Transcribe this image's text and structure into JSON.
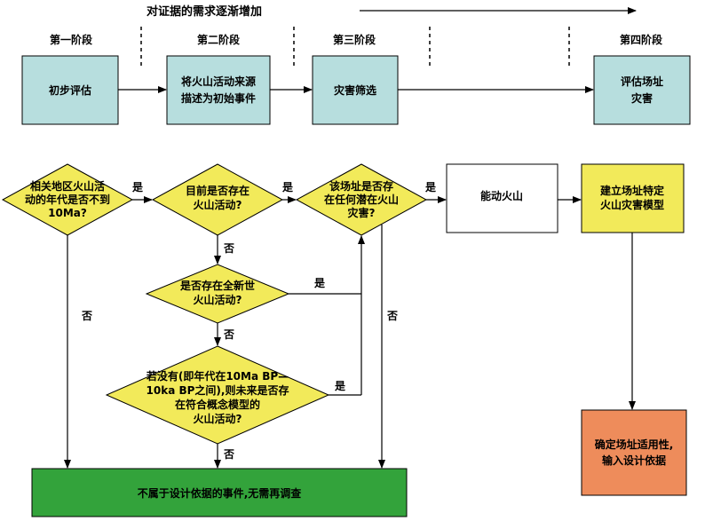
{
  "header": {
    "title": "对证据的需求逐渐增加",
    "stages": [
      "第一阶段",
      "第二阶段",
      "第三阶段",
      "第四阶段"
    ]
  },
  "top_boxes": {
    "b1": [
      "初步评估"
    ],
    "b2": [
      "将火山活动来源",
      "描述为初始事件"
    ],
    "b3": [
      "灾害筛选"
    ],
    "b4": [
      "评估场址",
      "灾害"
    ]
  },
  "decisions": {
    "d1": [
      "相关地区火山活",
      "动的年代是否不到",
      "10Ma?"
    ],
    "d2": [
      "目前是否存在",
      "火山活动?"
    ],
    "d3": [
      "该场址是否存",
      "在任何潜在火山",
      "灾害?"
    ],
    "d4": [
      "是否存在全新世",
      "火山活动?"
    ],
    "d5": [
      "若没有(即年代在10Ma BP—",
      "10ka BP之间),则未来是否存",
      "在符合概念模型的",
      "火山活动?"
    ]
  },
  "boxes": {
    "capable": "能动火山",
    "model": [
      "建立场址特定",
      "火山灾害模型"
    ],
    "output": [
      "确定场址适用性,",
      "输入设计依据"
    ],
    "excluded": "不属于设计依据的事件,无需再调查"
  },
  "labels": {
    "yes": "是",
    "no": "否"
  },
  "colors": {
    "teal": "#b7dede",
    "yellow": "#f2ea5a",
    "green": "#33a33b",
    "orange": "#ee8c5b"
  }
}
